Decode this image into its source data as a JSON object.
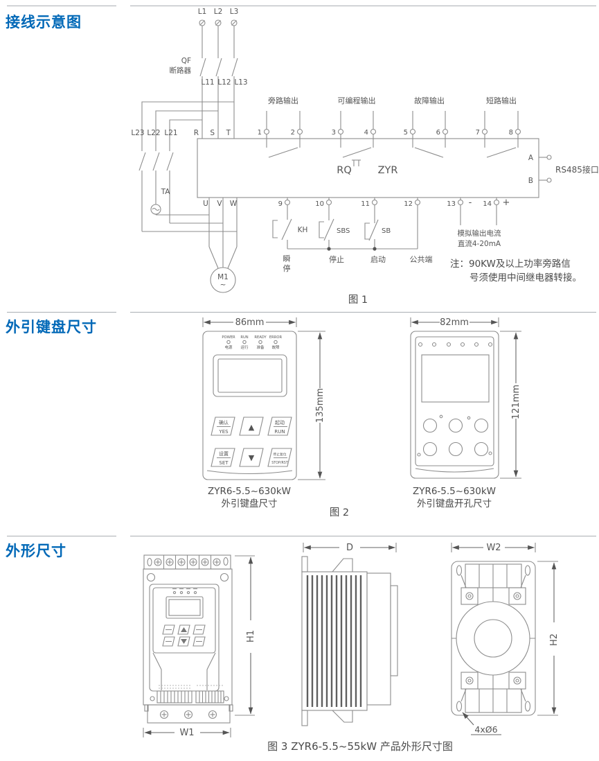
{
  "colors": {
    "accent": "#0068b7",
    "line": "#8c8c8c",
    "text": "#4a4a4a"
  },
  "sections": {
    "wiring": {
      "title": "接线示意图",
      "caption": "图 1",
      "phases": {
        "l1": "L1",
        "l2": "L2",
        "l3": "L3"
      },
      "breaker": {
        "code": "QF",
        "name": "断路器"
      },
      "breaker_out": {
        "l11": "L11",
        "l12": "L12",
        "l13": "L13"
      },
      "bypass_loop": {
        "l23": "L23",
        "l22": "L22",
        "l21": "L21",
        "ta": "TA"
      },
      "starter": {
        "r": "R",
        "s": "S",
        "t": "T",
        "u": "U",
        "v": "V",
        "w": "W",
        "rq": "RQ",
        "zyr": "ZYR"
      },
      "motor": {
        "name": "M1",
        "tilde": "~"
      },
      "outputs": {
        "bypass": "旁路输出",
        "programmable": "可编程输出",
        "fault": "故障输出",
        "short_circuit": "短路输出"
      },
      "terminals": {
        "t1": "1",
        "t2": "2",
        "t3": "3",
        "t4": "4",
        "t5": "5",
        "t6": "6",
        "t7": "7",
        "t8": "8",
        "t9": "9",
        "t10": "10",
        "t11": "11",
        "t12": "12",
        "t13": "13",
        "t14": "14",
        "minus": "-",
        "plus": "+"
      },
      "rs485": {
        "a": "A",
        "b": "B",
        "label": "RS485接口"
      },
      "controls": {
        "kh": "KH",
        "sbs": "SBS",
        "sb": "SB",
        "jog1": "瞬",
        "jog2": "停",
        "stop": "停止",
        "start": "启动",
        "common": "公共端"
      },
      "analog": {
        "line1": "模拟输出电流",
        "line2": "直流4-20mA"
      },
      "note": {
        "line1": "注：90KW及以上功率旁路信",
        "line2": "号须使用中间继电器转接。"
      }
    },
    "keypad": {
      "title": "外引键盘尺寸",
      "caption": "图 2",
      "panel": {
        "width_dim": "86mm",
        "height_dim": "135mm",
        "led_en": [
          "POWER",
          "RUN",
          "READY",
          "ERROR"
        ],
        "led_cn": [
          "电源",
          "运行",
          "准备",
          "故障"
        ],
        "keys": {
          "yes_cn": "确认",
          "yes_en": "YES",
          "run_cn": "起动",
          "run_en": "RUN",
          "set_cn": "设置",
          "set_en": "SET",
          "stop_cn": "停止复位",
          "stop_en": "STOP/RST",
          "up": "▲",
          "down": "▼"
        },
        "caption1": "ZYR6-5.5~630kW",
        "caption2": "外引键盘尺寸"
      },
      "cutout": {
        "width_dim": "82mm",
        "height_dim": "121mm",
        "caption1": "ZYR6-5.5~630kW",
        "caption2": "外引键盘开孔尺寸"
      }
    },
    "outline": {
      "title": "外形尺寸",
      "caption": "图 3  ZYR6-5.5~55kW 产品外形尺寸图",
      "dims": {
        "h1": "H1",
        "w1": "W1",
        "d": "D",
        "w2": "W2",
        "h2": "H2",
        "holes": "4xØ6"
      }
    }
  }
}
